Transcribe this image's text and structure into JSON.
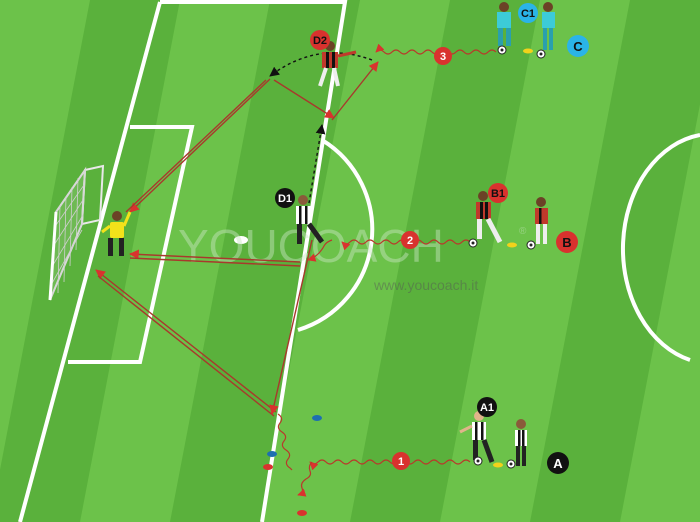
{
  "colors": {
    "stripe_light": "#6cc24a",
    "stripe_dark": "#5ab13c",
    "red_marker": "#d9322e",
    "cyan_marker": "#2ab4e8",
    "black_marker": "#111111",
    "pass_arrow": "#b0392b",
    "dribble": "#c0392b"
  },
  "watermark": {
    "brand": "YOUCOACH",
    "registered": "®",
    "url": "www.youcoach.it"
  },
  "markers": {
    "a1": "A1",
    "a": "A",
    "b1": "B1",
    "b": "B",
    "c1": "C1",
    "c": "C",
    "d1": "D1",
    "d2": "D2",
    "step1": "1",
    "step2": "2",
    "step3": "3"
  },
  "icons": [
    "player-icon",
    "goalkeeper-icon",
    "ball-icon",
    "cone-icon",
    "goal-icon"
  ]
}
